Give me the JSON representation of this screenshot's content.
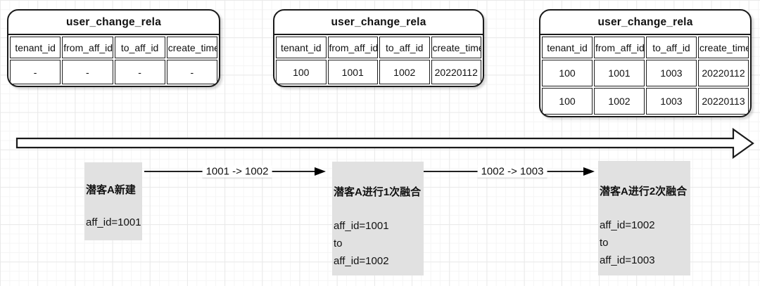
{
  "diagram": {
    "tables": [
      {
        "title": "user_change_rela",
        "columns": [
          "tenant_id",
          "from_aff_id",
          "to_aff_id",
          "create_time"
        ],
        "rows": [
          [
            "-",
            "-",
            "-",
            "-"
          ]
        ]
      },
      {
        "title": "user_change_rela",
        "columns": [
          "tenant_id",
          "from_aff_id",
          "to_aff_id",
          "create_time"
        ],
        "rows": [
          [
            "100",
            "1001",
            "1002",
            "20220112"
          ]
        ]
      },
      {
        "title": "user_change_rela",
        "columns": [
          "tenant_id",
          "from_aff_id",
          "to_aff_id",
          "create_time"
        ],
        "rows": [
          [
            "100",
            "1001",
            "1003",
            "20220112"
          ],
          [
            "100",
            "1002",
            "1003",
            "20220113"
          ]
        ]
      }
    ],
    "transitions": [
      {
        "label": "1001 -> 1002"
      },
      {
        "label": "1002 -> 1003"
      }
    ],
    "stages": [
      {
        "title": "潜客A新建",
        "lines": [
          "aff_id=1001"
        ]
      },
      {
        "title": "潜客A进行1次融合",
        "lines": [
          "aff_id=1001",
          "to",
          "aff_id=1002"
        ]
      },
      {
        "title": "潜客A进行2次融合",
        "lines": [
          "aff_id=1002",
          "to",
          "aff_id=1003"
        ]
      }
    ],
    "colors": {
      "line": "#1a1a1a",
      "stage_box_fill": "#e1e1e1",
      "grid_minor": "#f5f5f5",
      "grid_major": "#e9e9e9",
      "background": "#ffffff"
    }
  }
}
